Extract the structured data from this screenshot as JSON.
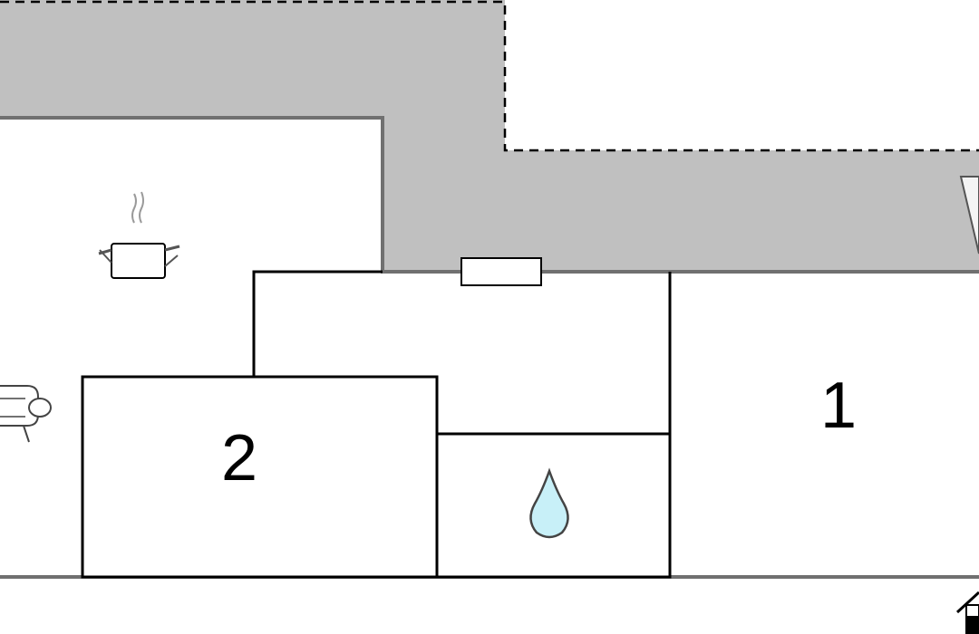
{
  "floorplan": {
    "rooms": [
      {
        "id": "room-1",
        "label": "1"
      },
      {
        "id": "room-2",
        "label": "2"
      }
    ],
    "icons": [
      "cooking-pot-icon",
      "sofa-icon",
      "water-drop-icon",
      "house-icon",
      "window-icon",
      "door-icon"
    ],
    "colors": {
      "terrace": "#c0c0c0",
      "wall": "#000000",
      "exterior_wall": "#707070",
      "water": "#c8f0f8",
      "background": "#ffffff"
    }
  }
}
